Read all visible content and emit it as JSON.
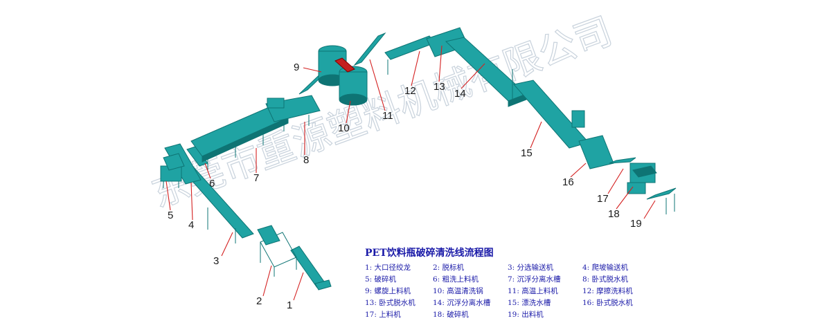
{
  "diagram": {
    "legend_title": "PET饮料瓶破碎清洗线流程图",
    "watermark": "东莞市重源塑料机械有限公司",
    "colors": {
      "machine": "#1fa3a3",
      "machine_dark": "#0e7474",
      "leader": "#d42020",
      "legend_text": "#1a1aa8"
    },
    "callouts": [
      "1",
      "2",
      "3",
      "4",
      "5",
      "6",
      "7",
      "8",
      "9",
      "10",
      "11",
      "12",
      "13",
      "14",
      "15",
      "16",
      "17",
      "18",
      "19"
    ],
    "legend": [
      "1:  大口径绞龙",
      "2:  脱标机",
      "3:  分选输送机",
      "4:  爬坡输送机",
      "5:  破碎机",
      "6:  粗洗上料机",
      "7:  沉浮分离水槽",
      "8:  卧式脱水机",
      "9:  螺旋上料机",
      "10:  高温清洗锅",
      "11:  高温上料机",
      "12:  摩擦洗料机",
      "13:  卧式脱水机",
      "14:  沉浮分离水槽",
      "15:  漂洗水槽",
      "16:  卧式脱水机",
      "17:  上料机",
      "18:  破碎机",
      "19:  出料机"
    ]
  }
}
